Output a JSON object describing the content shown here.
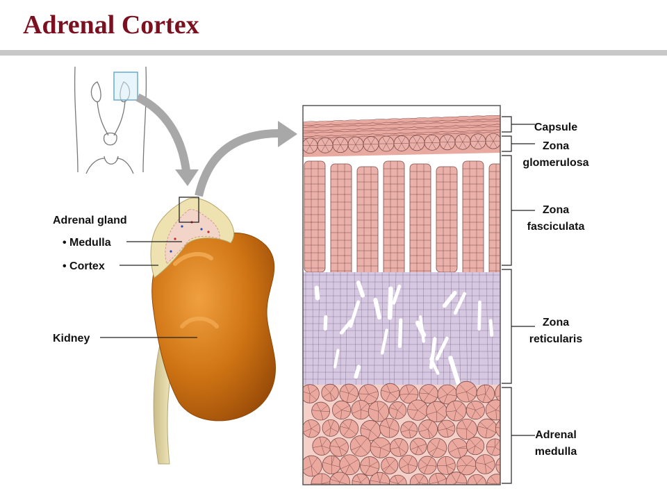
{
  "slide": {
    "title": "Adrenal Cortex",
    "title_color": "#7a1020",
    "rule_color": "#c8c8c8"
  },
  "left_labels": {
    "adrenal_gland": "Adrenal gland",
    "medulla": "• Medulla",
    "cortex": "• Cortex",
    "kidney": "Kidney"
  },
  "layers": [
    {
      "lines": [
        "Capsule"
      ]
    },
    {
      "lines": [
        "Zona",
        "glomerulosa"
      ]
    },
    {
      "lines": [
        "Zona",
        "fasciculata"
      ]
    },
    {
      "lines": [
        "Zona",
        "reticularis"
      ]
    },
    {
      "lines": [
        "Adrenal",
        "medulla"
      ]
    }
  ],
  "colors": {
    "kidney": "#c86a10",
    "adrenal": "#eee3b0",
    "cortex_pink": "#eab1aa",
    "reticularis_lilac": "#d7c8e2",
    "medulla_pink": "#eba89f",
    "cell_line": "#7a4a48",
    "arrow": "#a8a8a8"
  }
}
